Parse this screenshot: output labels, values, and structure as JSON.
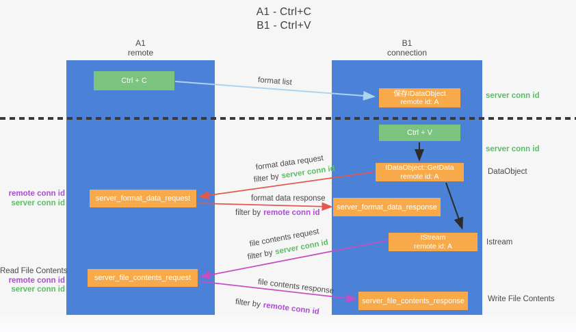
{
  "title": [
    "A1 - Ctrl+C",
    "B1 - Ctrl+V"
  ],
  "lanes": {
    "left": {
      "name": "A1",
      "subtitle": "remote"
    },
    "right": {
      "name": "B1",
      "subtitle": "connection"
    }
  },
  "boxes": {
    "ctrl_c": "Ctrl + C",
    "ctrl_v": "Ctrl + V",
    "save_dataobject": {
      "title": "保存IDataObject",
      "subtitle": "remote id: A"
    },
    "getdata": {
      "title": "IDataObject::GetData",
      "subtitle": "remote id: A"
    },
    "istream": {
      "title": "IStream",
      "subtitle": "remote id: A"
    },
    "server_format_data_request": "server_format_data_request",
    "server_format_data_response": "server_format_data_response",
    "server_file_contents_request": "server_file_contents_request",
    "server_file_contents_response": "server_file_contents_response"
  },
  "arrow_labels": {
    "format_list": "format list",
    "format_data_request": "format data request",
    "format_data_response": "format data response",
    "file_contents_request": "file contents request",
    "file_contents_response": "file contents response",
    "filter_by": "filter by",
    "server_conn_id": "server conn id",
    "remote_conn_id": "remote conn id"
  },
  "annotations": {
    "left": {
      "remote_conn_id": "remote conn id",
      "server_conn_id": "server conn id",
      "read_file_contents": "Read File Contents"
    },
    "right": {
      "server_conn_id": "server conn id",
      "dataobject": "DataObject",
      "istream": "Istream",
      "write_file_contents": "Write File Contents"
    }
  },
  "colors": {
    "lane_blue": "#4b82d7",
    "green_box": "#7bc37f",
    "orange_box": "#f8aa4a",
    "arrow_blue": "#aad4f0",
    "arrow_red": "#e4574e",
    "arrow_magenta": "#c44ec4",
    "arrow_black": "#2b2b2b",
    "dotted_line": "#3a3a3a",
    "text_green": "#5abf63",
    "text_purple": "#ab4ed1",
    "text_gray": "#484848"
  }
}
